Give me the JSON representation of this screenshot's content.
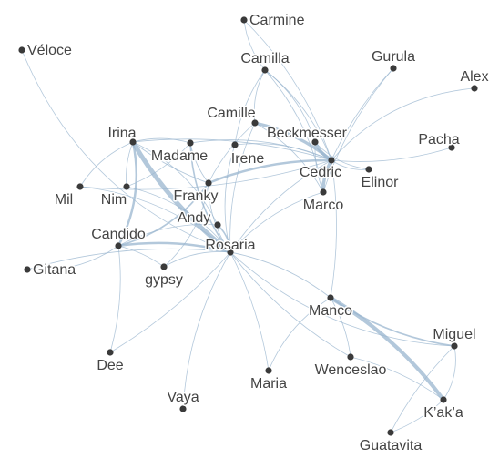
{
  "graph": {
    "edge_color": "#9ab6cf",
    "node_color": "#3a3a3a",
    "label_color": "#444444",
    "nodes": [
      {
        "id": "Carmine",
        "label": "Carmine"
      },
      {
        "id": "Camilla",
        "label": "Camilla"
      },
      {
        "id": "Veloce",
        "label": "Véloce"
      },
      {
        "id": "Gurula",
        "label": "Gurula"
      },
      {
        "id": "Alex",
        "label": "Alex"
      },
      {
        "id": "Camille",
        "label": "Camille"
      },
      {
        "id": "Beckmesser",
        "label": "Beckmesser"
      },
      {
        "id": "Irina",
        "label": "Irina"
      },
      {
        "id": "Madame",
        "label": "Madame"
      },
      {
        "id": "Irene",
        "label": "Irene"
      },
      {
        "id": "Pacha",
        "label": "Pacha"
      },
      {
        "id": "Cedric",
        "label": "Cedric"
      },
      {
        "id": "Elinor",
        "label": "Elinor"
      },
      {
        "id": "Mil",
        "label": "Mil"
      },
      {
        "id": "Nim",
        "label": "Nim"
      },
      {
        "id": "Franky",
        "label": "Franky"
      },
      {
        "id": "Marco",
        "label": "Marco"
      },
      {
        "id": "Andy",
        "label": "Andy"
      },
      {
        "id": "Candido",
        "label": "Candido"
      },
      {
        "id": "Rosaria",
        "label": "Rosaria"
      },
      {
        "id": "Gitana",
        "label": "Gitana"
      },
      {
        "id": "gypsy",
        "label": "gypsy"
      },
      {
        "id": "Manco",
        "label": "Manco"
      },
      {
        "id": "Miguel",
        "label": "Miguel"
      },
      {
        "id": "Dee",
        "label": "Dee"
      },
      {
        "id": "Wenceslao",
        "label": "Wenceslao"
      },
      {
        "id": "Maria",
        "label": "Maria"
      },
      {
        "id": "Vaya",
        "label": "Vaya"
      },
      {
        "id": "Kaka",
        "label": "K’ak’a"
      },
      {
        "id": "Guatavita",
        "label": "Guatavita"
      }
    ],
    "edges": [
      {
        "source": "Irina",
        "target": "Rosaria",
        "weight": 6
      },
      {
        "source": "Manco",
        "target": "Kaka",
        "weight": 5
      },
      {
        "source": "Camille",
        "target": "Cedric",
        "weight": 4
      },
      {
        "source": "Beckmesser",
        "target": "Cedric",
        "weight": 4
      },
      {
        "source": "Cedric",
        "target": "Marco",
        "weight": 4
      },
      {
        "source": "Irina",
        "target": "Candido",
        "weight": 3
      },
      {
        "source": "Candido",
        "target": "Rosaria",
        "weight": 3
      },
      {
        "source": "Franky",
        "target": "Cedric",
        "weight": 3
      },
      {
        "source": "Manco",
        "target": "Miguel",
        "weight": 2
      },
      {
        "source": "Andy",
        "target": "Rosaria",
        "weight": 2
      },
      {
        "source": "Madame",
        "target": "Rosaria",
        "weight": 2
      },
      {
        "source": "Franky",
        "target": "Candido",
        "weight": 2
      },
      {
        "source": "Camilla",
        "target": "Cedric",
        "weight": 1
      },
      {
        "source": "Camilla",
        "target": "Camille",
        "weight": 1
      },
      {
        "source": "Carmine",
        "target": "Camilla",
        "weight": 1
      },
      {
        "source": "Carmine",
        "target": "Cedric",
        "weight": 1
      },
      {
        "source": "Camilla",
        "target": "Irene",
        "weight": 1
      },
      {
        "source": "Camilla",
        "target": "Beckmesser",
        "weight": 1
      },
      {
        "source": "Camilla",
        "target": "Marco",
        "weight": 1
      },
      {
        "source": "Veloce",
        "target": "Rosaria",
        "weight": 1
      },
      {
        "source": "Gurula",
        "target": "Cedric",
        "weight": 1
      },
      {
        "source": "Gurula",
        "target": "Marco",
        "weight": 1
      },
      {
        "source": "Alex",
        "target": "Cedric",
        "weight": 1
      },
      {
        "source": "Pacha",
        "target": "Cedric",
        "weight": 1
      },
      {
        "source": "Elinor",
        "target": "Cedric",
        "weight": 1
      },
      {
        "source": "Elinor",
        "target": "Beckmesser",
        "weight": 1
      },
      {
        "source": "Camille",
        "target": "Franky",
        "weight": 1
      },
      {
        "source": "Camille",
        "target": "Rosaria",
        "weight": 1
      },
      {
        "source": "Camille",
        "target": "Marco",
        "weight": 1
      },
      {
        "source": "Irene",
        "target": "Cedric",
        "weight": 1
      },
      {
        "source": "Irene",
        "target": "Rosaria",
        "weight": 1
      },
      {
        "source": "Madame",
        "target": "Irina",
        "weight": 1
      },
      {
        "source": "Madame",
        "target": "Franky",
        "weight": 1
      },
      {
        "source": "Madame",
        "target": "Nim",
        "weight": 1
      },
      {
        "source": "Madame",
        "target": "Cedric",
        "weight": 1
      },
      {
        "source": "Mil",
        "target": "Irina",
        "weight": 1
      },
      {
        "source": "Mil",
        "target": "Rosaria",
        "weight": 1
      },
      {
        "source": "Mil",
        "target": "Cedric",
        "weight": 1
      },
      {
        "source": "Nim",
        "target": "Irina",
        "weight": 1
      },
      {
        "source": "Nim",
        "target": "Rosaria",
        "weight": 1
      },
      {
        "source": "Irina",
        "target": "Andy",
        "weight": 1
      },
      {
        "source": "Irina",
        "target": "Franky",
        "weight": 1
      },
      {
        "source": "Franky",
        "target": "Rosaria",
        "weight": 1
      },
      {
        "source": "Franky",
        "target": "gypsy",
        "weight": 1
      },
      {
        "source": "Andy",
        "target": "Candido",
        "weight": 1
      },
      {
        "source": "Gitana",
        "target": "Rosaria",
        "weight": 1
      },
      {
        "source": "Gitana",
        "target": "Candido",
        "weight": 1
      },
      {
        "source": "gypsy",
        "target": "Rosaria",
        "weight": 1
      },
      {
        "source": "gypsy",
        "target": "Candido",
        "weight": 1
      },
      {
        "source": "Rosaria",
        "target": "Marco",
        "weight": 1
      },
      {
        "source": "Rosaria",
        "target": "Cedric",
        "weight": 1
      },
      {
        "source": "Rosaria",
        "target": "Manco",
        "weight": 1
      },
      {
        "source": "Rosaria",
        "target": "Maria",
        "weight": 1
      },
      {
        "source": "Rosaria",
        "target": "Dee",
        "weight": 1
      },
      {
        "source": "Rosaria",
        "target": "Wenceslao",
        "weight": 1
      },
      {
        "source": "Rosaria",
        "target": "Miguel",
        "weight": 1
      },
      {
        "source": "Vaya",
        "target": "Rosaria",
        "weight": 1
      },
      {
        "source": "Dee",
        "target": "Candido",
        "weight": 1
      },
      {
        "source": "Manco",
        "target": "Wenceslao",
        "weight": 1
      },
      {
        "source": "Manco",
        "target": "Maria",
        "weight": 1
      },
      {
        "source": "Manco",
        "target": "Cedric",
        "weight": 1
      },
      {
        "source": "Wenceslao",
        "target": "Kaka",
        "weight": 1
      },
      {
        "source": "Miguel",
        "target": "Kaka",
        "weight": 1
      },
      {
        "source": "Guatavita",
        "target": "Kaka",
        "weight": 1
      },
      {
        "source": "Guatavita",
        "target": "Miguel",
        "weight": 1
      },
      {
        "source": "Beckmesser",
        "target": "Marco",
        "weight": 1
      },
      {
        "source": "Irina",
        "target": "Cedric",
        "weight": 1
      }
    ]
  }
}
